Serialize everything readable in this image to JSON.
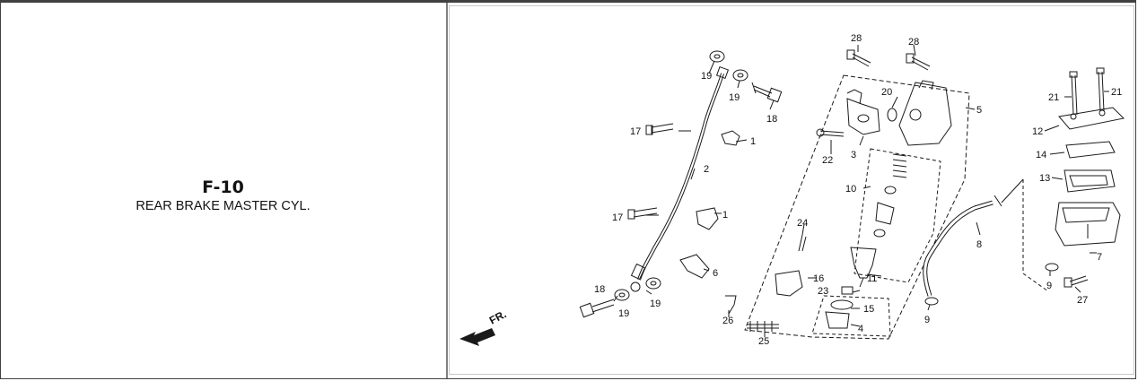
{
  "section": {
    "code": "F-10",
    "name": "REAR BRAKE MASTER CYL."
  },
  "direction": {
    "label": "FR."
  },
  "callouts": {
    "c28a": "28",
    "c28b": "28",
    "c19a": "19",
    "c19b": "19",
    "c19c": "19",
    "c19d": "19",
    "c18a": "18",
    "c18b": "18",
    "c17a": "17",
    "c17b": "17",
    "c1a": "1",
    "c1b": "1",
    "c2": "2",
    "c3": "3",
    "c4": "4",
    "c5": "5",
    "c6": "6",
    "c7": "7",
    "c8": "8",
    "c9a": "9",
    "c9b": "9",
    "c10": "10",
    "c11": "11",
    "c12": "12",
    "c13": "13",
    "c14": "14",
    "c15": "15",
    "c16": "16",
    "c20": "20",
    "c21a": "21",
    "c21b": "21",
    "c22": "22",
    "c23": "23",
    "c24": "24",
    "c25": "25",
    "c26": "26",
    "c27": "27"
  },
  "colors": {
    "ink": "#1a1a1a",
    "panel_border": "#808080"
  }
}
